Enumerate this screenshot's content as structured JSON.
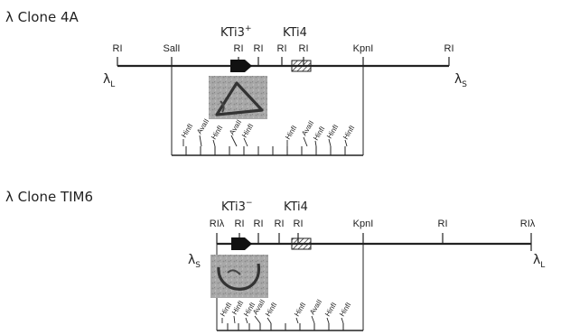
{
  "clone_4a": {
    "title": "λ Clone 4A",
    "gene_left": "KTi3",
    "gene_left_sup": "+",
    "gene_right": "KTi4",
    "sites": [
      "RI",
      "SalI",
      "RI",
      "RI",
      "RI",
      "RI",
      "KpnI",
      "RI"
    ],
    "arm_left": "λ",
    "arm_left_sub": "L",
    "arm_right": "λ",
    "arm_right_sub": "S",
    "fragment_sites": [
      "HinfI",
      "AvaII",
      "HinfI",
      "AvaII",
      "HinfI",
      "HinfI",
      "AvaII",
      "HinfI",
      "HinfI",
      "HinfI"
    ]
  },
  "clone_tim6": {
    "title": "λ Clone TIM6",
    "gene_left": "KTi3",
    "gene_left_sup": "−",
    "gene_right": "KTi4",
    "sites": [
      "RIλ",
      "RI",
      "RI",
      "RI",
      "RI",
      "KpnI",
      "RI",
      "RIλ"
    ],
    "arm_left": "λ",
    "arm_left_sub": "S",
    "arm_right": "λ",
    "arm_right_sub": "L",
    "fragment_sites": [
      "HinfI",
      "HinfI",
      "HinfI",
      "AvaII",
      "HinfI",
      "HinfI",
      "AvaII",
      "HinfI",
      "HinfI"
    ]
  },
  "colors": {
    "ink": "#222222",
    "micrograph": "#9a9a9a"
  }
}
